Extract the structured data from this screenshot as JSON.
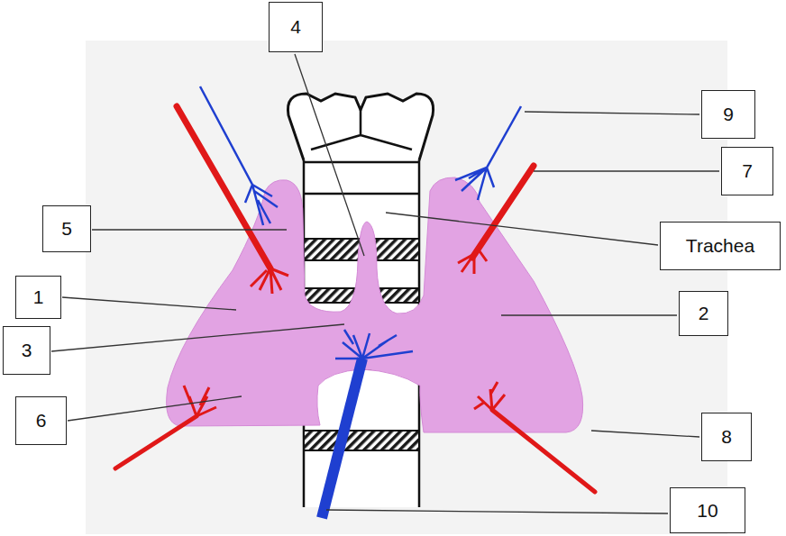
{
  "diagram": {
    "nodes": [
      {
        "text": [
          "4"
        ]
      },
      {
        "text": [
          "9"
        ]
      },
      {
        "text": [
          "7"
        ]
      },
      {
        "text": [
          "5"
        ]
      },
      {
        "text": [
          "Trachea"
        ]
      },
      {
        "text": [
          "1"
        ]
      },
      {
        "text": [
          "2"
        ]
      },
      {
        "text": [
          "3"
        ]
      },
      {
        "text": [
          "6"
        ]
      },
      {
        "text": [
          "8"
        ]
      },
      {
        "text": [
          "10"
        ]
      }
    ]
  }
}
